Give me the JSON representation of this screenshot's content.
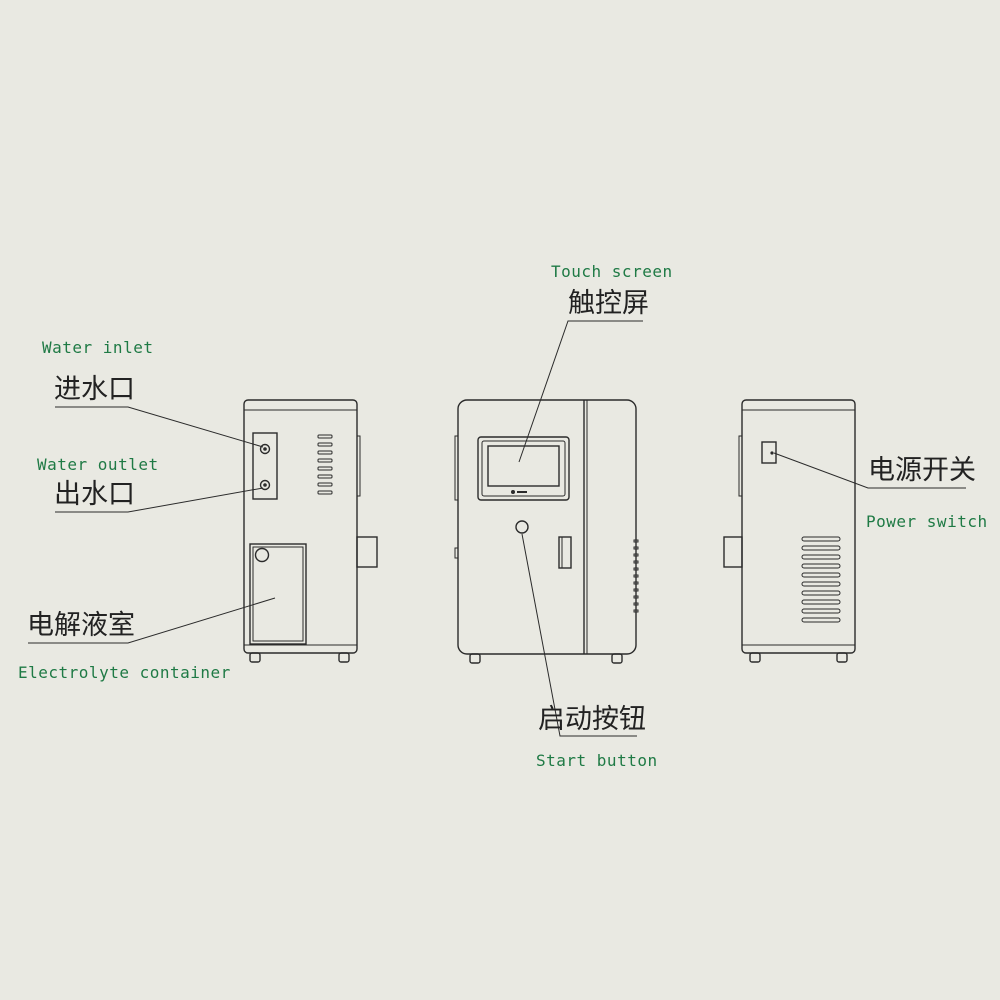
{
  "labels": {
    "water_inlet": {
      "en": "Water inlet",
      "cn": "进水口"
    },
    "water_outlet": {
      "en": "Water outlet",
      "cn": "出水口"
    },
    "electrolyte_container": {
      "en": "Electrolyte container",
      "cn": "电解液室"
    },
    "touch_screen": {
      "en": "Touch screen",
      "cn": "触控屏"
    },
    "start_button": {
      "en": "Start button",
      "cn": "启动按钮"
    },
    "power_switch": {
      "en": "Power switch",
      "cn": "电源开关"
    }
  },
  "colors": {
    "background": "#e9e9e2",
    "english_label": "#1f7a45",
    "chinese_label": "#222222",
    "line": "#2b2b2b"
  }
}
